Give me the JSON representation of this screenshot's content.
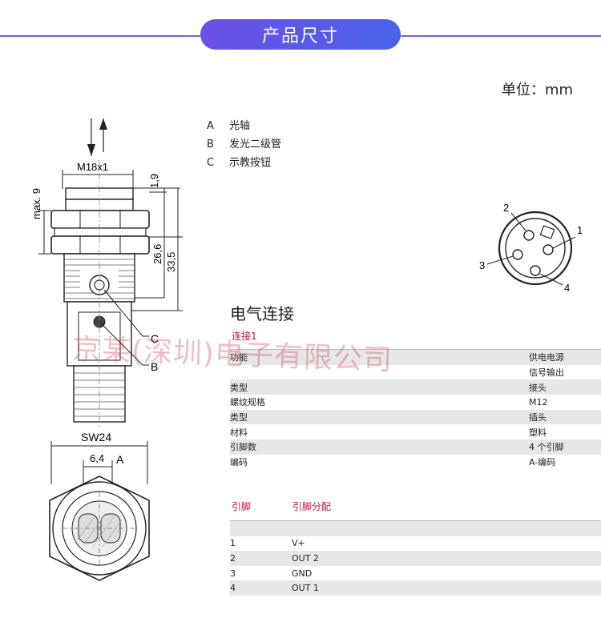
{
  "header": {
    "title": "产品尺寸",
    "accent_color": "#6b63e6"
  },
  "unit_label": "单位：mm",
  "legend": [
    {
      "key": "A",
      "text": "光轴"
    },
    {
      "key": "B",
      "text": "发光二级管"
    },
    {
      "key": "C",
      "text": "示教按钮"
    }
  ],
  "drawing": {
    "thread": "M18x1",
    "dim_max": "max. 9",
    "dim_1": "1,9",
    "dim_2": "26,6",
    "dim_3": "33,5",
    "label_c": "C",
    "label_b": "B",
    "wrench": "SW24",
    "dim_optic": "6,4",
    "label_a": "A"
  },
  "connector": {
    "pin1": "1",
    "pin2": "2",
    "pin3": "3",
    "pin4": "4"
  },
  "electrical": {
    "title": "电气连接",
    "connection": "连接1",
    "rows": [
      {
        "label": "功能",
        "value": "供电电源"
      },
      {
        "label": "",
        "value": "信号输出"
      },
      {
        "label": "类型",
        "value": "接头"
      },
      {
        "label": "螺纹规格",
        "value": "M12"
      },
      {
        "label": "类型",
        "value": "插头"
      },
      {
        "label": "材料",
        "value": "塑料"
      },
      {
        "label": "引脚数",
        "value": "4 个引脚"
      },
      {
        "label": "编码",
        "value": "A-编码"
      }
    ]
  },
  "pinout": {
    "col_pin": "引脚",
    "col_assign": "引脚分配",
    "rows": [
      {
        "pin": "1",
        "signal": "V+"
      },
      {
        "pin": "2",
        "signal": "OUT 2"
      },
      {
        "pin": "3",
        "signal": "GND"
      },
      {
        "pin": "4",
        "signal": "OUT 1"
      }
    ]
  },
  "watermark": "京某(深圳)电子有限公司"
}
